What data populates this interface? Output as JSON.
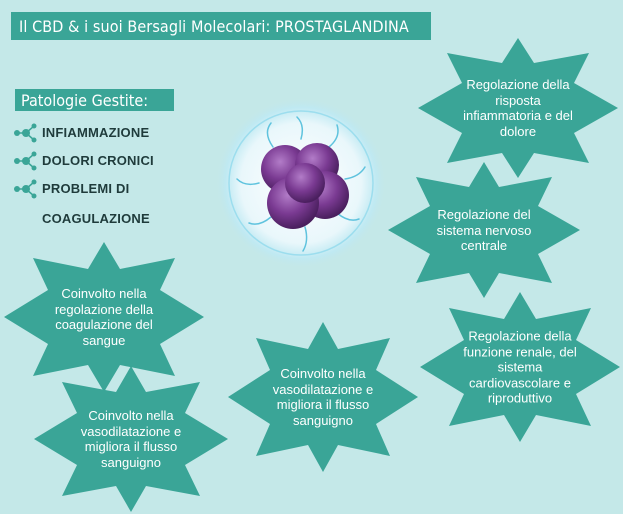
{
  "title": "Il CBD & i suoi Bersagli Molecolari: PROSTAGLANDINA",
  "patologie": {
    "heading": "Patologie Gestite:",
    "items": [
      {
        "label": "INFIAMMAZIONE",
        "icon": "molecule-icon"
      },
      {
        "label": "DOLORI CRONICI",
        "icon": "molecule-icon"
      },
      {
        "label": "PROBLEMI DI",
        "continuation": "COAGULAZIONE",
        "icon": "molecule-icon"
      }
    ]
  },
  "stars": {
    "infiammatoria": "Regolazione della risposta infiammatoria e del dolore",
    "nervoso": "Regolazione del sistema nervoso centrale",
    "renale": "Regolazione della funzione renale, del sistema cardiovascolare e riproduttivo",
    "coagulazione": "Coinvolto nella regolazione della coagulazione del sangue",
    "vasodilatazione_center": "Coinvolto nella vasodilatazione e migliora il flusso sanguigno",
    "vasodilatazione_left": "Coinvolto nella vasodilatazione e migliora il flusso sanguigno"
  },
  "colors": {
    "background": "#c4e8e8",
    "accent": "#3aa597",
    "text_dark": "#1f3b3b",
    "cell_purple": "#7a3a92"
  }
}
